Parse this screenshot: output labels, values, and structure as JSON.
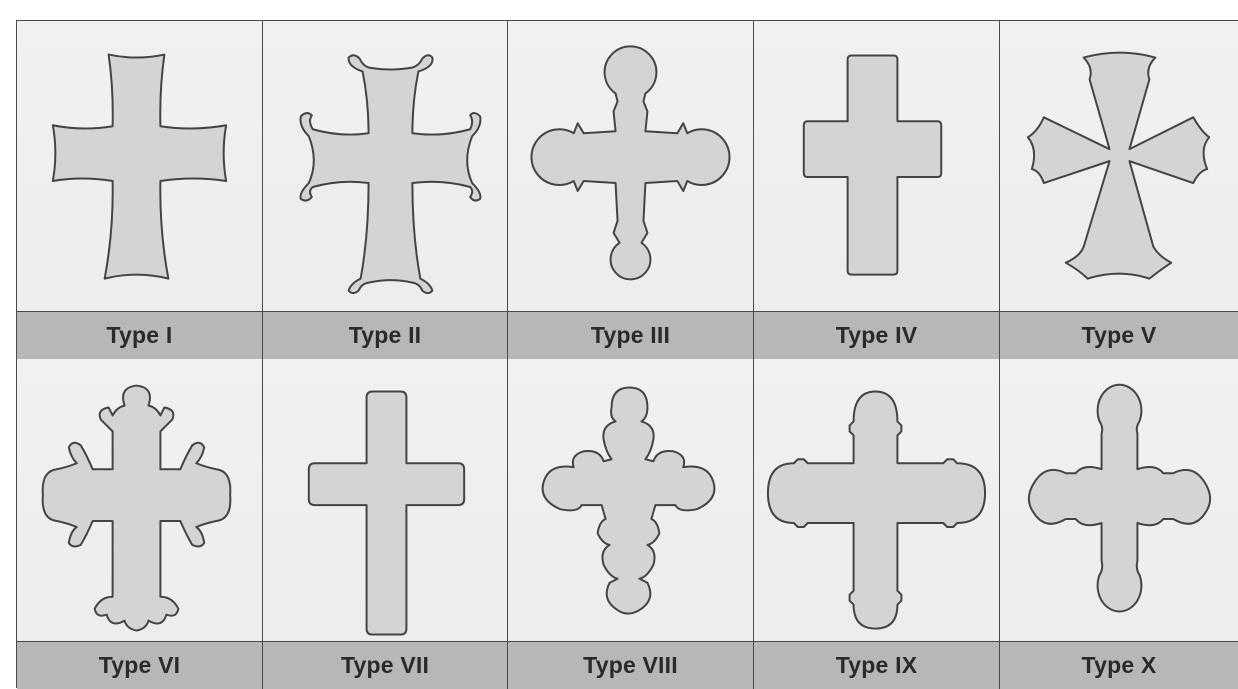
{
  "crosses": [
    {
      "label": "Type I",
      "icon": "cross-type-1-icon"
    },
    {
      "label": "Type II",
      "icon": "cross-type-2-icon"
    },
    {
      "label": "Type III",
      "icon": "cross-type-3-icon"
    },
    {
      "label": "Type IV",
      "icon": "cross-type-4-icon"
    },
    {
      "label": "Type V",
      "icon": "cross-type-5-icon"
    },
    {
      "label": "Type VI",
      "icon": "cross-type-6-icon"
    },
    {
      "label": "Type VII",
      "icon": "cross-type-7-icon"
    },
    {
      "label": "Type VIII",
      "icon": "cross-type-8-icon"
    },
    {
      "label": "Type IX",
      "icon": "cross-type-9-icon"
    },
    {
      "label": "Type X",
      "icon": "cross-type-10-icon"
    }
  ],
  "colors": {
    "cross_fill": "#d4d4d4",
    "cross_stroke": "#444444",
    "label_bar": "#b7b7b9",
    "cell_background": "#eeeef0"
  }
}
